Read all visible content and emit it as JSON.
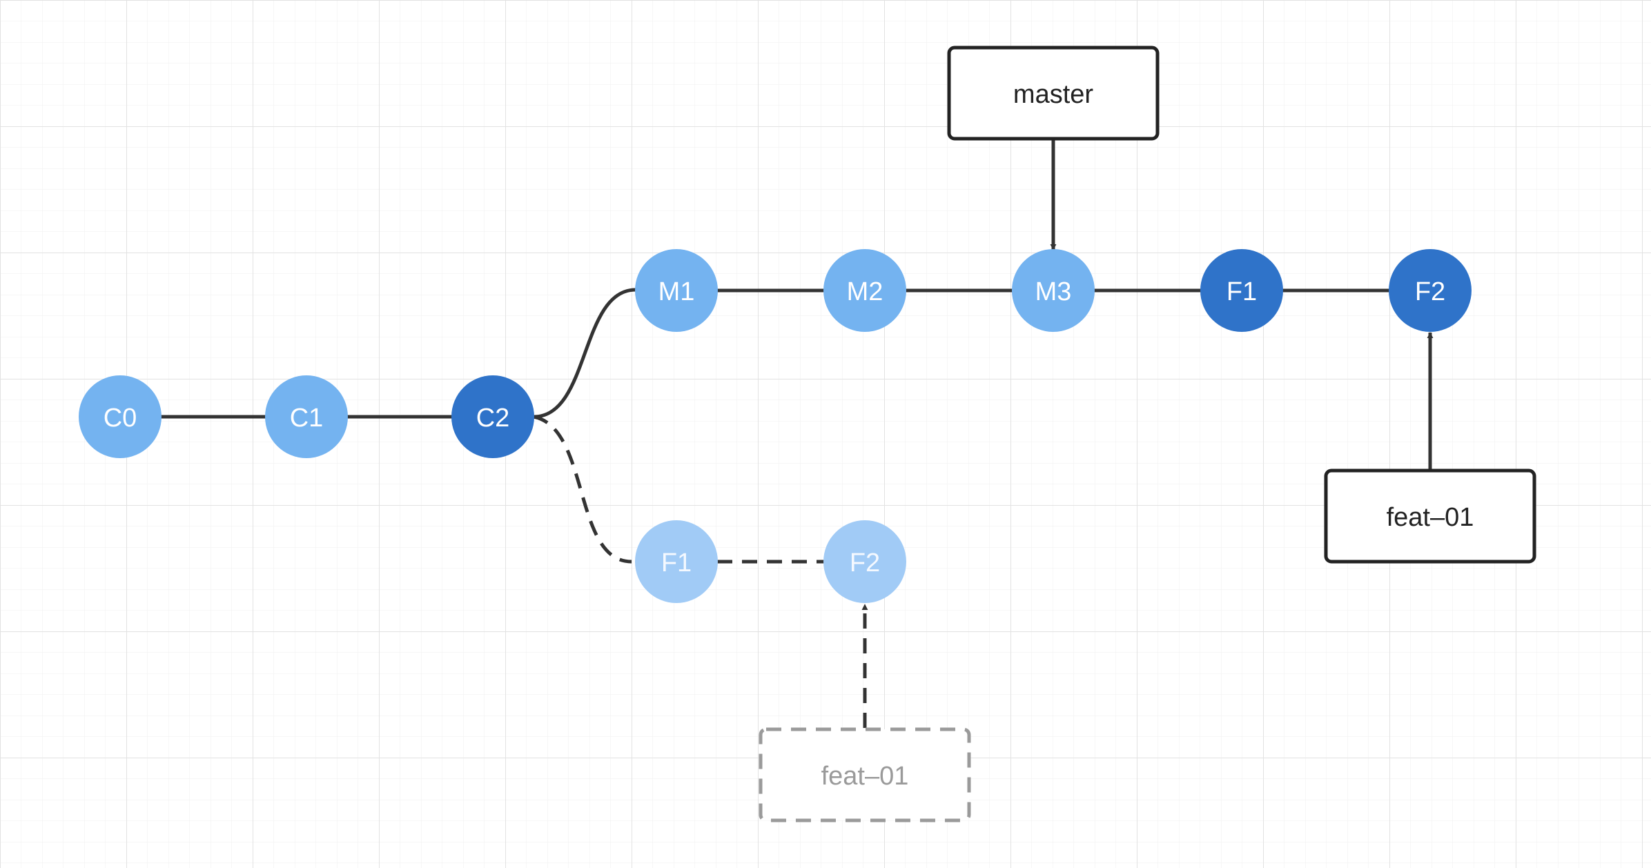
{
  "colors": {
    "background": "#ffffff",
    "grid_line": "#e6e6e6",
    "commit_light": "#74b3f0",
    "commit_dark": "#2f73c9",
    "commit_ghost": "#a1cbf6",
    "edge": "#333333",
    "ghost_edge": "#333333",
    "box_border": "#222222",
    "ghost_box_border": "#9a9a9a"
  },
  "commits": {
    "c0": "C0",
    "c1": "C1",
    "c2": "C2",
    "m1": "M1",
    "m2": "M2",
    "m3": "M3",
    "f1_new": "F1",
    "f2_new": "F2",
    "f1_old": "F1",
    "f2_old": "F2"
  },
  "branches": {
    "master": "master",
    "feat_new": "feat–01",
    "feat_old": "feat–01"
  }
}
